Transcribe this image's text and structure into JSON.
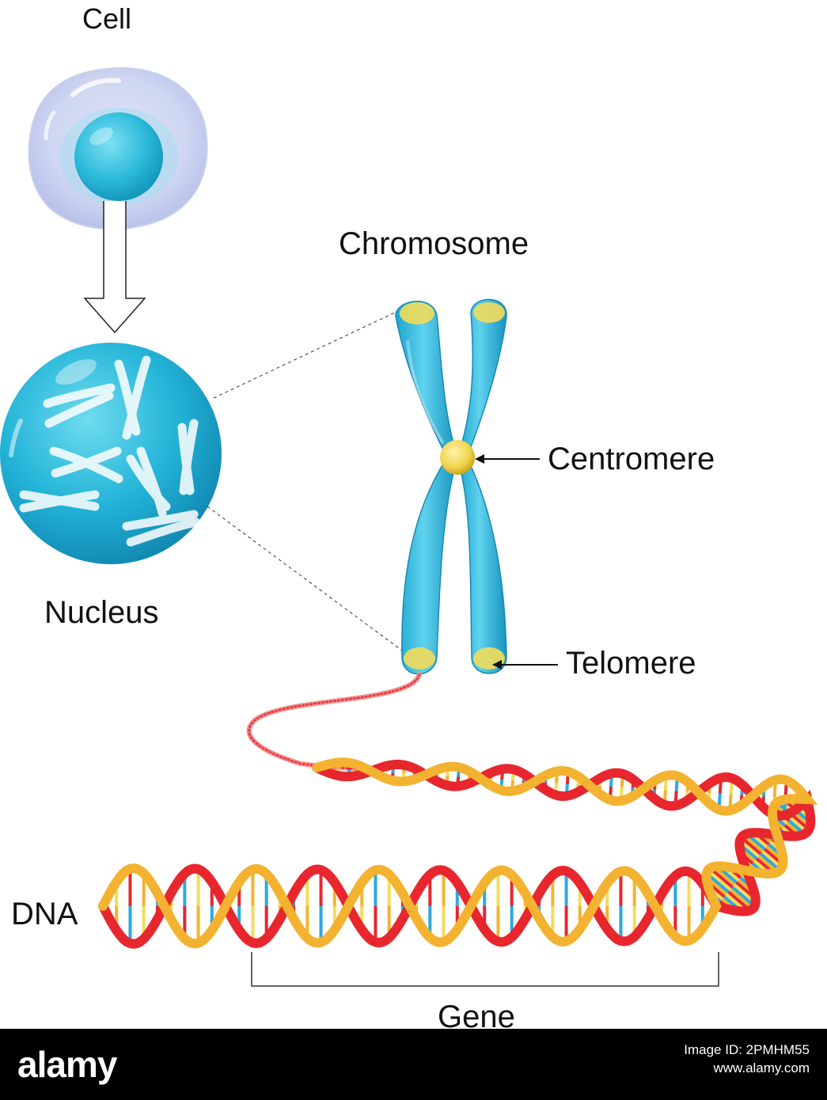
{
  "labels": {
    "cell": "Cell",
    "chromosome": "Chromosome",
    "nucleus": "Nucleus",
    "centromere": "Centromere",
    "telomere": "Telomere",
    "dna": "DNA",
    "gene": "Gene"
  },
  "footer": {
    "logo": "alamy",
    "image_id": "Image ID: 2PMHM55",
    "site": "www.alamy.com"
  },
  "colors": {
    "cyan": "#29b9d8",
    "yellow": "#f2dc5a",
    "red": "#e8262e",
    "orange": "#f3b230",
    "blue": "#2aa9e0"
  }
}
